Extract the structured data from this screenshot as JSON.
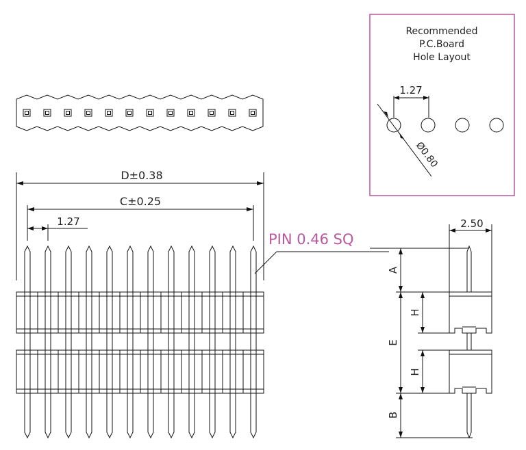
{
  "recommended_box": {
    "title_line1": "Recommended",
    "title_line2": "P.C.Board",
    "title_line3": "Hole Layout",
    "pitch_label": "1.27",
    "hole_diameter_label": "Ø0.80",
    "hole_count": 4,
    "border_color": "#b7579c"
  },
  "front_view": {
    "dim_d": "D±0.38",
    "dim_c": "C±0.25",
    "pitch_label": "1.27",
    "pin_label": "PIN 0.46 SQ",
    "pin_label_color": "#b7579c",
    "pin_count": 12
  },
  "side_view": {
    "width_label": "2.50",
    "dim_a": "A",
    "dim_h_upper": "H",
    "dim_e": "E",
    "dim_h_lower": "H",
    "dim_b": "B"
  },
  "top_view": {
    "square_count": 12
  }
}
